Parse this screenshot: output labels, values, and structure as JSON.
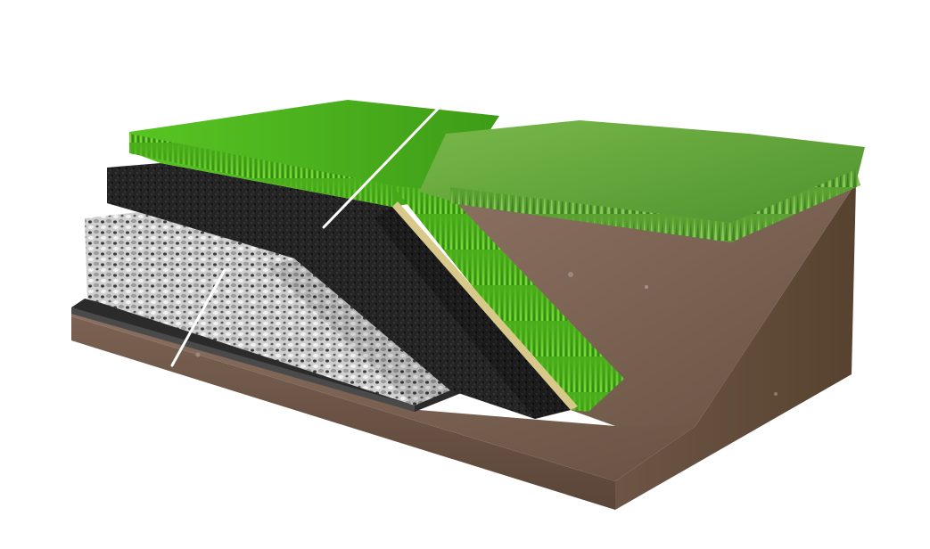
{
  "image": {
    "subject": "artificial-turf-vs-natural-grass-cross-section",
    "layers": [
      {
        "name": "artificial-turf",
        "color": "#4caf1c"
      },
      {
        "name": "rubber-shock-pad",
        "color": "#222222"
      },
      {
        "name": "gravel-base",
        "color": "#c9c9c9"
      },
      {
        "name": "geotextile-membrane",
        "color": "#2b2b2b"
      },
      {
        "name": "soil",
        "color": "#6e5848"
      },
      {
        "name": "natural-grass",
        "color": "#4f9a2a"
      }
    ],
    "colors": {
      "background": "#ffffff",
      "turf_light": "#7fd83a",
      "turf_dark": "#2f8a12",
      "grass_light": "#8cc95a",
      "grass_dark": "#3d7f23",
      "soil_light": "#8a7060",
      "soil_dark": "#4e3a2e",
      "pointer_line": "#ffffff"
    }
  }
}
